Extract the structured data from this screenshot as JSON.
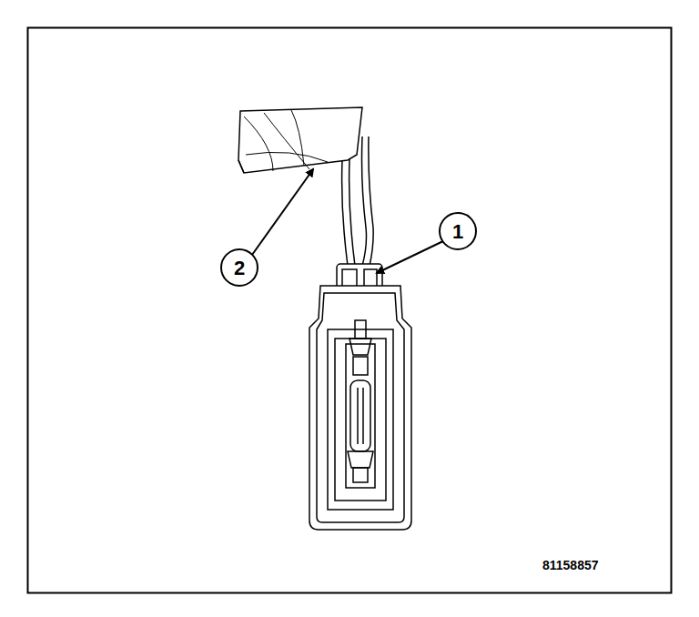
{
  "diagram": {
    "labels": [
      "1",
      "2",
      "81158857"
    ]
  }
}
